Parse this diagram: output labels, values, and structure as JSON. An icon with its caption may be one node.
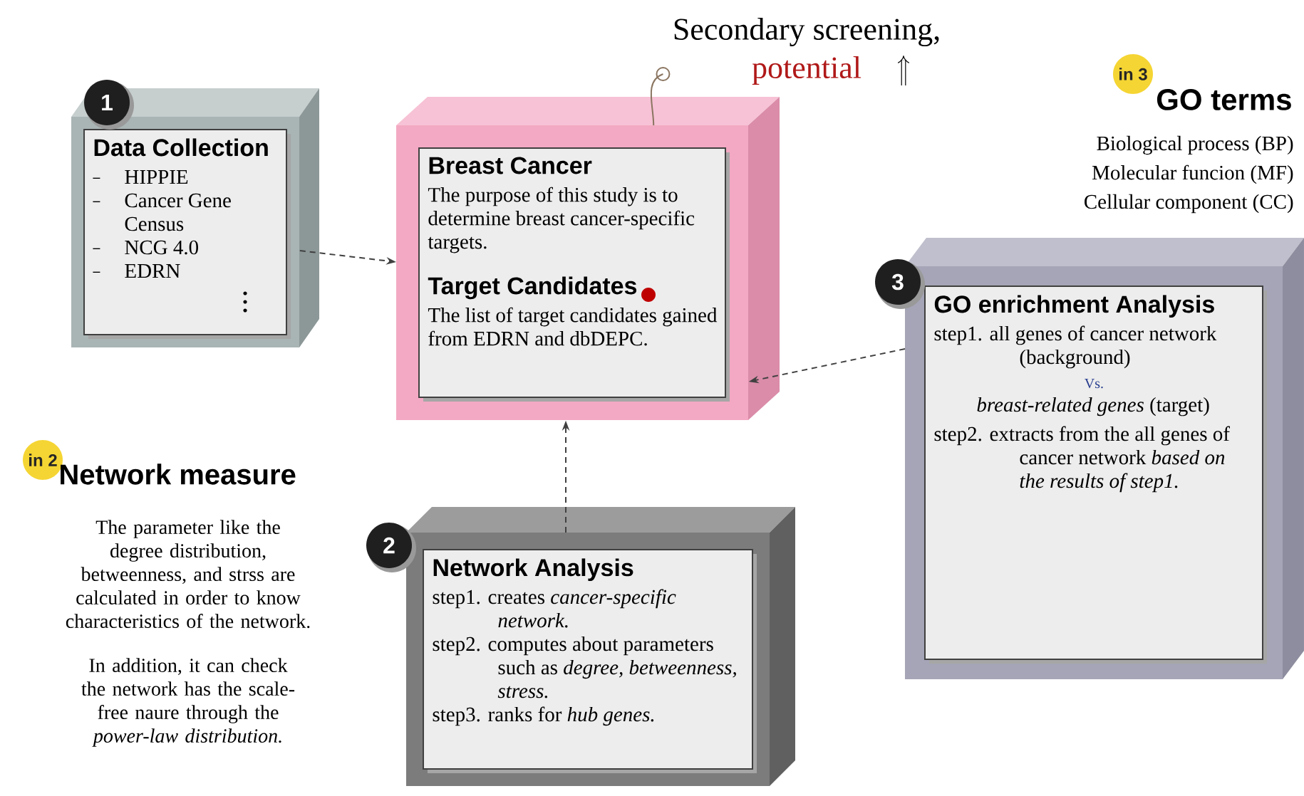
{
  "diagram": {
    "nodes": [
      {
        "text": [
          "Data Collection",
          "HIPPIE",
          "Cancer Gene Census",
          "NCG 4.0",
          "EDRN"
        ],
        "beside": [
          "1"
        ]
      },
      {
        "text": [
          "Breast Cancer",
          "The purpose of this study is to determine breast cancer-specific targets.",
          "Target Candidates",
          "The list of target candidates gained from EDRN and dbDEPC."
        ]
      },
      {
        "text": [
          "Secondary screening,",
          "potential"
        ]
      },
      {
        "text": [
          "Network Analysis",
          "step1. creates *cancer-specific network.*",
          "step2. computes about parameters such as *degree, betweenness, stress.*",
          "step3. ranks for *hub genes.*"
        ],
        "beside": [
          "2"
        ]
      },
      {
        "text": [
          "GO enrichment Analysis",
          "step1. all genes of cancer network (background)",
          "Vs.",
          "*breast-related genes* (target)",
          "step2. extracts from the all genes of cancer network *based on the results of step1.*"
        ],
        "beside": [
          "3"
        ]
      }
    ],
    "edges": [
      {
        "from": 0,
        "to": 1,
        "arrow": "to",
        "style": "dashed"
      },
      {
        "from": 4,
        "to": 1,
        "arrow": "to",
        "style": "dashed"
      },
      {
        "from": 3,
        "to": 1,
        "arrow": "to",
        "style": "dashed"
      },
      {
        "from": 1,
        "to": 2,
        "arrow": "other",
        "color": "#8a7560"
      }
    ],
    "labels": [
      "in 2",
      "Network measure",
      "The parameter like the degree distribution, betweenness, and strss are calculated in order to know characteristics of the network.",
      "In addition, it can check the network has the scale-free naure through the *power-law distribution.*",
      "in 3",
      "GO terms",
      "Biological process (BP)",
      "Molecular funcion (MF)",
      "Cellular component (CC)"
    ]
  }
}
